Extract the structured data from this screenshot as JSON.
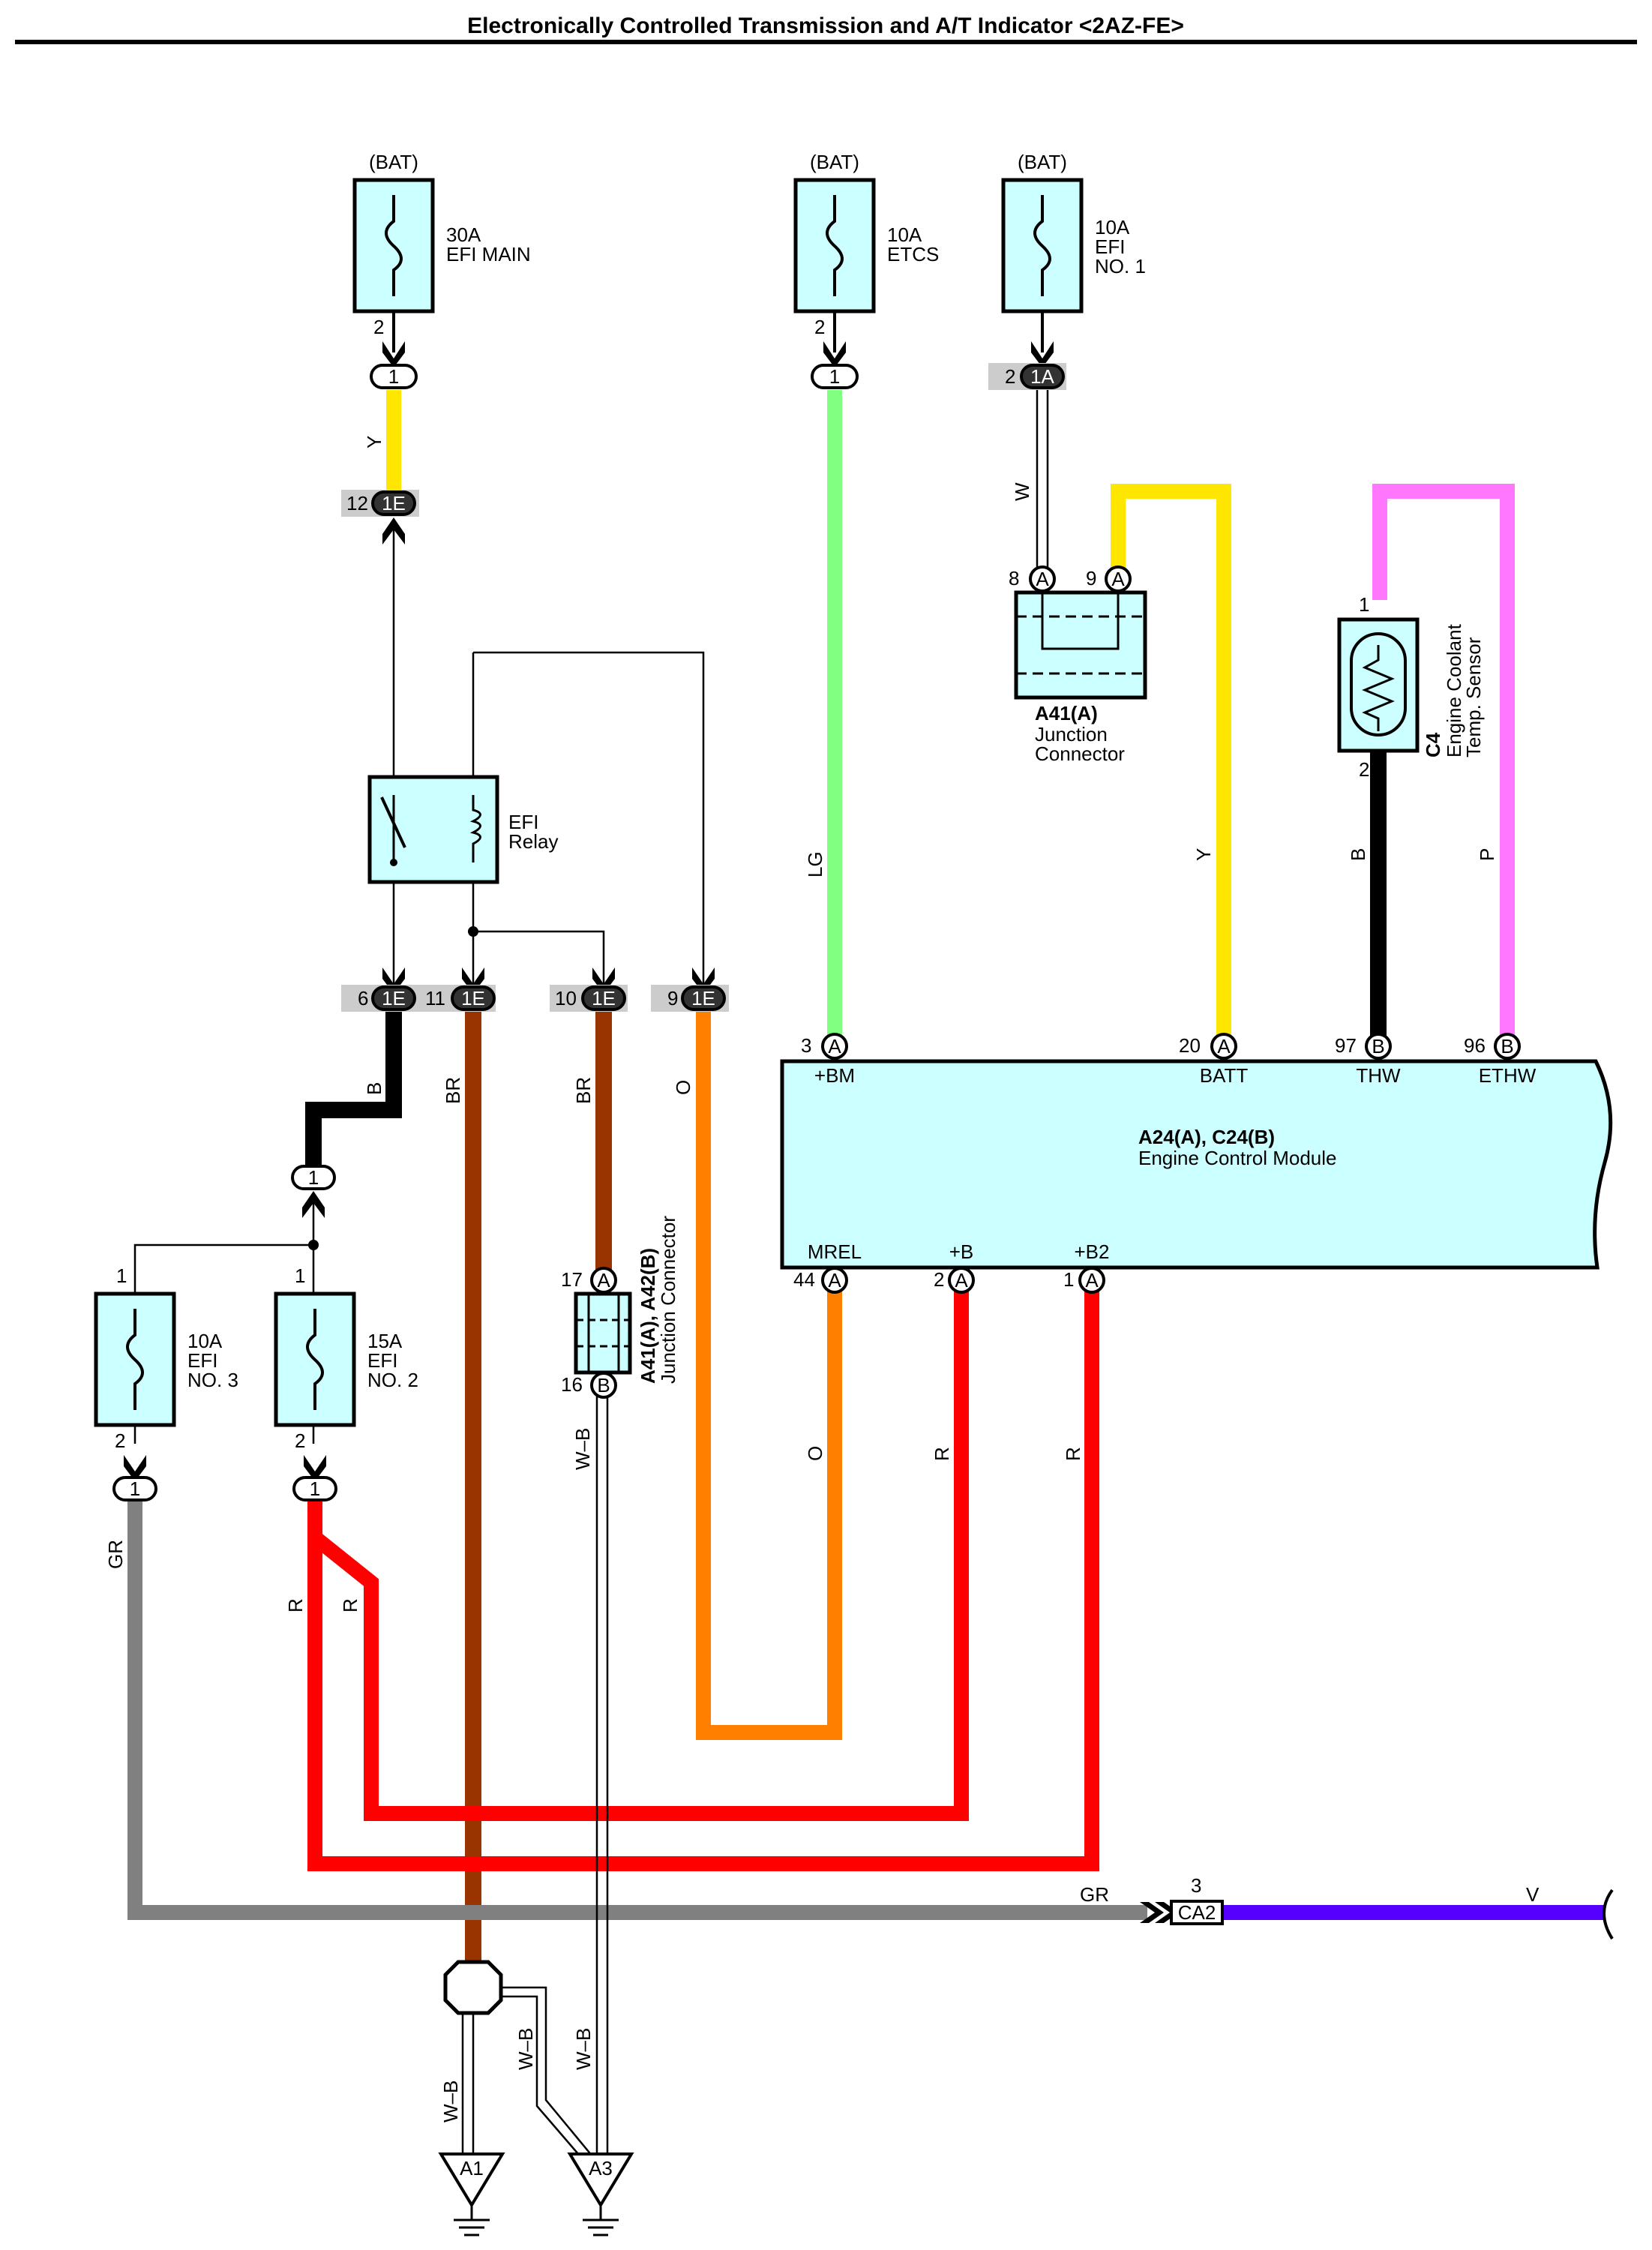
{
  "title": "Electronically Controlled Transmission and A/T Indicator <2AZ-FE>",
  "fuses": {
    "efi_main": {
      "source": "(BAT)",
      "rating": "30A",
      "name": "EFI MAIN",
      "pin": "2",
      "conn": "1"
    },
    "etcs": {
      "source": "(BAT)",
      "rating": "10A",
      "name": "ETCS",
      "pin": "2",
      "conn": "1"
    },
    "efi_no1": {
      "source": "(BAT)",
      "rating": "10A",
      "name1": "EFI",
      "name2": "NO. 1",
      "pin": "2",
      "conn": "1A"
    },
    "efi_no3": {
      "rating": "10A",
      "name1": "EFI",
      "name2": "NO. 3",
      "pin_top": "1",
      "pin_bot": "2",
      "conn": "1"
    },
    "efi_no2": {
      "rating": "15A",
      "name1": "EFI",
      "name2": "NO. 2",
      "pin_top": "1",
      "pin_bot": "2",
      "conn": "1"
    }
  },
  "relay": {
    "name1": "EFI",
    "name2": "Relay"
  },
  "connectors": {
    "c12": {
      "pin": "12",
      "conn": "1E"
    },
    "c6": {
      "pin": "6",
      "conn": "1E"
    },
    "c11": {
      "pin": "11",
      "conn": "1E"
    },
    "c10": {
      "pin": "10",
      "conn": "1E"
    },
    "c9": {
      "pin": "9",
      "conn": "1E"
    },
    "mid": {
      "conn": "1"
    }
  },
  "junction_a41": {
    "id": "A41(A)",
    "line1": "Junction",
    "line2": "Connector",
    "pin8": "8",
    "pin9": "9",
    "conn": "A"
  },
  "junction_a41_a42": {
    "id": "A41(A), A42(B)",
    "line1": "Junction Connector",
    "pin17": "17",
    "pin16": "16",
    "conn17": "A",
    "conn16": "B"
  },
  "sensor": {
    "id": "C4",
    "line1": "Engine Coolant",
    "line2": "Temp. Sensor",
    "pin1": "1",
    "pin2": "2"
  },
  "ecm": {
    "id": "A24(A), C24(B)",
    "name": "Engine Control Module",
    "top_pins": [
      {
        "num": "3",
        "conn": "A",
        "name": "+BM"
      },
      {
        "num": "20",
        "conn": "A",
        "name": "BATT"
      },
      {
        "num": "97",
        "conn": "B",
        "name": "THW"
      },
      {
        "num": "96",
        "conn": "B",
        "name": "ETHW"
      }
    ],
    "bottom_pins": [
      {
        "num": "44",
        "conn": "A",
        "name": "MREL"
      },
      {
        "num": "2",
        "conn": "A",
        "name": "+B"
      },
      {
        "num": "1",
        "conn": "A",
        "name": "+B2"
      }
    ]
  },
  "wires": {
    "y_top": "Y",
    "w": "W",
    "lg": "LG",
    "y_batt": "Y",
    "b_thw": "B",
    "p_ethw": "P",
    "b_left": "B",
    "br1": "BR",
    "br2": "BR",
    "o_top": "O",
    "wb_j": "W–B",
    "o_mrel": "O",
    "r_b": "R",
    "r_b2": "R",
    "gr": "GR",
    "r1": "R",
    "r2": "R",
    "gr_right": "GR",
    "v": "V",
    "wb1": "W–B",
    "wb2": "W–B",
    "wb3": "W–B"
  },
  "ground_conn": {
    "pin": "3",
    "name": "CA2"
  },
  "grounds": {
    "a1": "A1",
    "a3": "A3"
  },
  "colors": {
    "yellow": "#ffe600",
    "lightgreen": "#80ff80",
    "pink": "#ff77ff",
    "black": "#000000",
    "brown": "#993300",
    "orange": "#ff8000",
    "red": "#ff0000",
    "gray": "#808080",
    "violet": "#5500ff",
    "ecm_fill": "#ccffff"
  }
}
